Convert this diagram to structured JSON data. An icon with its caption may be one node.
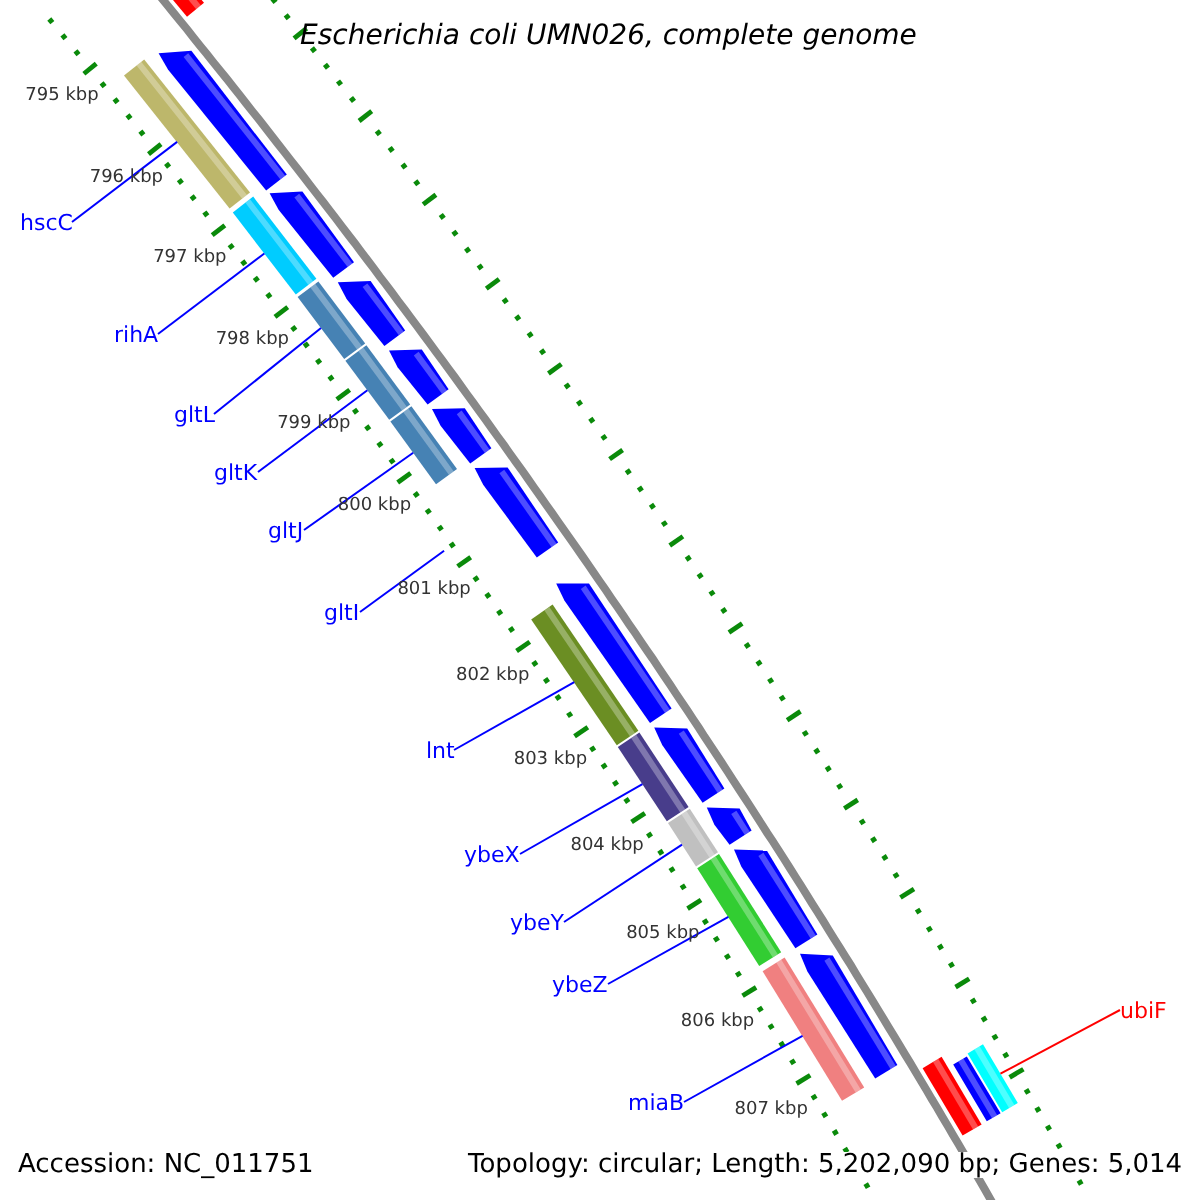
{
  "diagram": {
    "title": "Escherichia coli UMN026, complete genome",
    "nodes": [
      {
        "text": [
          "hscC"
        ]
      },
      {
        "text": [
          "rihA"
        ]
      },
      {
        "text": [
          "gltL"
        ]
      },
      {
        "text": [
          "gltK"
        ]
      },
      {
        "text": [
          "gltJ"
        ]
      },
      {
        "text": [
          "gltI"
        ]
      },
      {
        "text": [
          "lnt"
        ]
      },
      {
        "text": [
          "ybeX"
        ]
      },
      {
        "text": [
          "ybeY"
        ]
      },
      {
        "text": [
          "ybeZ"
        ]
      },
      {
        "text": [
          "miaB"
        ]
      },
      {
        "text": [
          "ubiF"
        ]
      },
      {
        "text": [],
        "shape": "bar"
      },
      {
        "text": [],
        "shape": "bar"
      },
      {
        "text": [],
        "shape": "bar"
      },
      {
        "text": [],
        "shape": "bar"
      },
      {
        "text": [],
        "shape": "bar"
      },
      {
        "text": [],
        "shape": "bar"
      },
      {
        "text": [],
        "shape": "bar"
      },
      {
        "text": [],
        "shape": "bar"
      },
      {
        "text": [],
        "shape": "bar"
      },
      {
        "text": [],
        "shape": "bar"
      },
      {
        "text": [],
        "shape": "bar"
      },
      {
        "text": [],
        "shape": "pentagon"
      },
      {
        "text": [],
        "shape": "pentagon"
      },
      {
        "text": [],
        "shape": "pentagon"
      },
      {
        "text": [],
        "shape": "pentagon"
      },
      {
        "text": [],
        "shape": "pentagon"
      },
      {
        "text": [],
        "shape": "pentagon"
      },
      {
        "text": [],
        "shape": "pentagon"
      },
      {
        "text": [],
        "shape": "pentagon"
      },
      {
        "text": [],
        "shape": "pentagon"
      },
      {
        "text": [],
        "shape": "pentagon"
      },
      {
        "text": [],
        "shape": "pentagon"
      },
      {
        "text": [],
        "shape": "bar"
      },
      {
        "text": [],
        "shape": "bar"
      },
      {
        "text": [],
        "shape": "bar"
      }
    ],
    "edges": [
      {
        "from": 0,
        "to": 12,
        "arrow": "none"
      },
      {
        "from": 1,
        "to": 13,
        "arrow": "none"
      },
      {
        "from": 2,
        "to": 14,
        "arrow": "none"
      },
      {
        "from": 3,
        "to": 15,
        "arrow": "none"
      },
      {
        "from": 4,
        "to": 16,
        "arrow": "none"
      },
      {
        "from": 5,
        "to": null,
        "arrow": "none"
      },
      {
        "from": 6,
        "to": 17,
        "arrow": "none"
      },
      {
        "from": 7,
        "to": 18,
        "arrow": "none"
      },
      {
        "from": 8,
        "to": 19,
        "arrow": "none"
      },
      {
        "from": 9,
        "to": 20,
        "arrow": "none"
      },
      {
        "from": 10,
        "to": 21,
        "arrow": "none"
      },
      {
        "from": 11,
        "to": 22,
        "arrow": "none",
        "color": "#ff0000"
      }
    ],
    "labels": [
      "795 kbp",
      "796 kbp",
      "797 kbp",
      "798 kbp",
      "799 kbp",
      "800 kbp",
      "801 kbp",
      "802 kbp",
      "803 kbp",
      "804 kbp",
      "805 kbp",
      "806 kbp",
      "807 kbp",
      "Accession: NC_011751",
      "Topology: circular; Length: 5,202,090 bp; Genes: 5,014"
    ]
  }
}
